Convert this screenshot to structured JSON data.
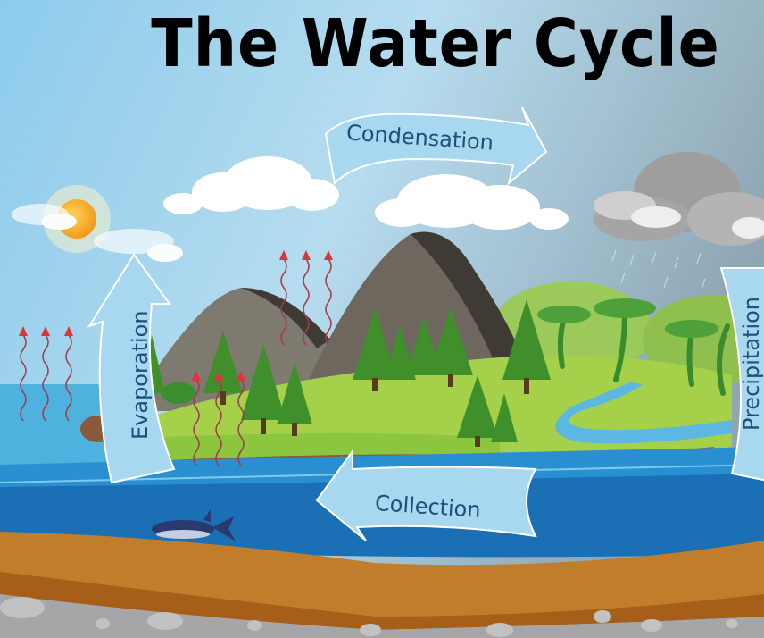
{
  "title": "The Water Cycle",
  "stages": {
    "condensation": "Condensation",
    "precipitation": "Precipitation",
    "collection": "Collection",
    "evaporation": "Evaporation"
  },
  "elements": [
    "sun",
    "clouds",
    "rain-cloud",
    "mountains",
    "pine-trees",
    "palm-trees",
    "river",
    "lake",
    "sea",
    "whale-shark",
    "evaporation-arrows",
    "soil-layer",
    "rock-layer"
  ],
  "colors": {
    "sky_top": "#6fb6de",
    "sky_right": "#8fa9b6",
    "arrow_fill": "#a8d8ef",
    "label_text": "#1e4f7a",
    "water": "#2a8fd0",
    "deep_water": "#1a6fb5",
    "grass": "#8cc63f",
    "soil": "#c07d2c",
    "rock": "#a6a6a8",
    "vapor_arrow": "#d83a3a"
  }
}
